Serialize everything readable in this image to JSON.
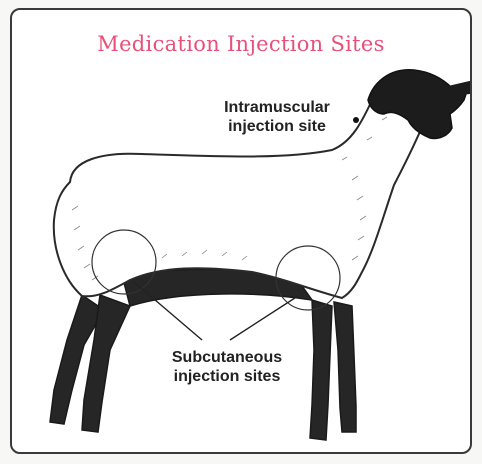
{
  "title": "Medication Injection Sites",
  "labels": {
    "intramuscular": "Intramuscular injection site",
    "subcutaneous": "Subcutaneous injection sites"
  },
  "colors": {
    "title": "#e8507a",
    "outline": "#2a2a2a",
    "face": "#1c1c1c",
    "legs": "#262626",
    "wool": "#ffffff"
  }
}
